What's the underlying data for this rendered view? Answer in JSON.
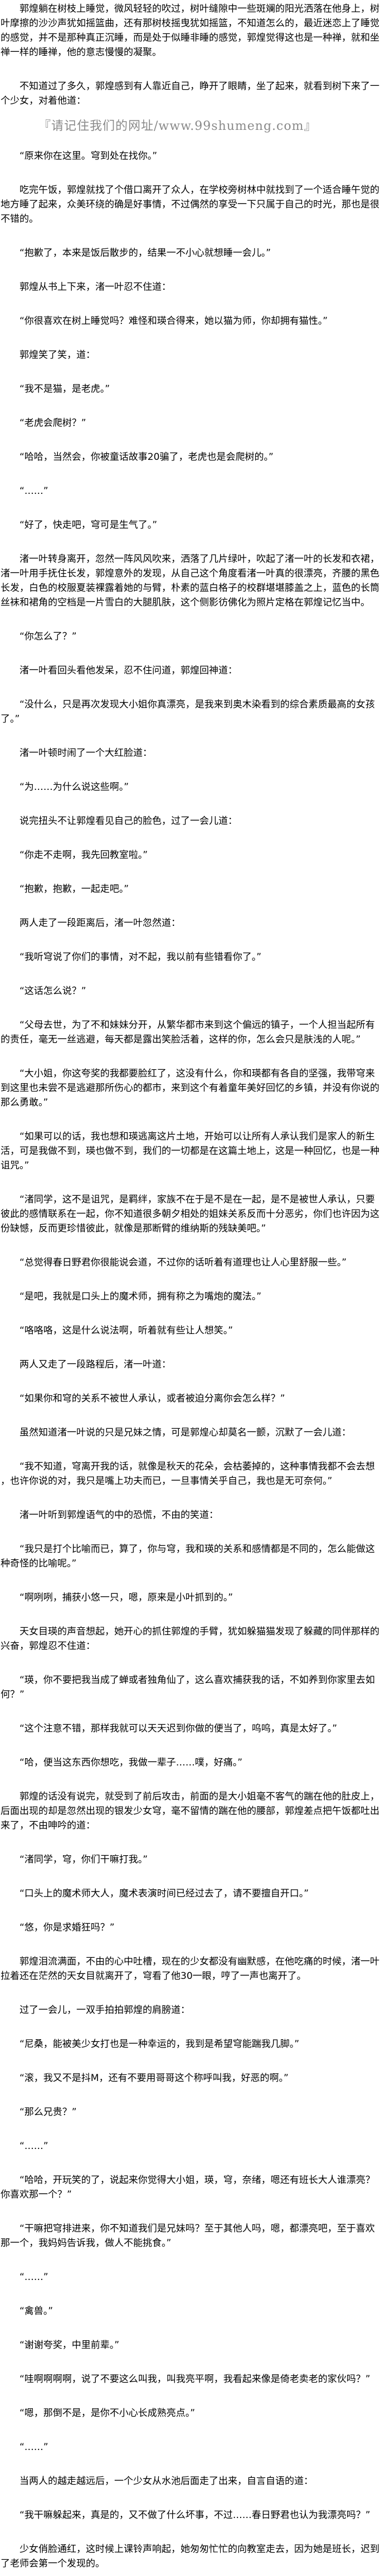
{
  "watermark": "『请记住我们的网址/www.99shumeng.com』",
  "paragraphs_before_watermark": [
    "郭煌躺在树枝上睡觉，微风轻轻的吹过，树叶缝隙中一些斑斓的阳光洒落在他身上，树叶摩擦的沙沙声犹如摇篮曲，还有那树枝摇曳犹如摇篮，不知道怎么的，最近迷恋上了睡觉的感觉，并不是那种真正沉睡，而是处于似睡非睡的感觉，郭煌觉得这也是一种禅，就和坐禅一样的睡禅，他的意志慢慢的凝聚。",
    "不知道过了多久，郭煌感到有人靠近自己，睁开了眼睛，坐了起来，就看到树下来了一个少女，对着他道："
  ],
  "paragraphs": [
    "“原来你在这里。穹到处在找你。”",
    "吃完午饭，郭煌就找了个借口离开了众人，在学校旁树林中就找到了一个适合睡午觉的地方睡了起来，众美环绕的确是好事情，不过偶然的享受一下只属于自己的时光，那也是很不错的。",
    "“抱歉了，本来是饭后散步的，结果一不小心就想睡一会儿。”",
    "郭煌从书上下来，渚一叶忍不住道：",
    "“你很喜欢在树上睡觉吗？难怪和瑛合得来，她以猫为师，你却拥有猫性。”",
    "郭煌笑了笑，道：",
    "“我不是猫，是老虎。”",
    "“老虎会爬树？”",
    "“哈哈，当然会，你被童话故事20骗了，老虎也是会爬树的。”",
    "“……”",
    "“好了，快走吧，穹可是生气了。”",
    "渚一叶转身离开，忽然一阵风风吹来，洒落了几片绿叶，吹起了渚一叶的长发和衣裙，渚一叶用手抚住长发，郭煌意外的发现，从自己这个角度看渚一叶真的很漂亮，齐腰的黑色长发，白色的校服夏装裸露着她的与臂，朴素的蓝白格子的校群堪堪膝盖之上，蓝色的长筒丝袜和裙角的空档是一片雪白的大腿肌肤，这个侧影彷佛化为照片定格在郭煌记忆当中。",
    "“你怎么了？”",
    "渚一叶看回头看他发呆，忍不住问道，郭煌回神道：",
    "“没什么，只是再次发现大小姐你真漂亮，是我来到奥木染看到的综合素质最高的女孩了。”",
    "渚一叶顿时闹了一个大红脸道：",
    "“为……为什么说这些啊。”",
    "说完扭头不让郭煌看见自己的脸色，过了一会儿道：",
    "“你走不走啊，我先回教室啦。”",
    "“抱歉，抱歉，一起走吧。”",
    "两人走了一段距离后，渚一叶忽然道：",
    "“我听穹说了你们的事情，对不起，我以前有些错看你了。”",
    "“这话怎么说？”",
    "“父母去世，为了不和妹妹分开，从繁华都市来到这个偏远的镇子，一个人担当起所有的责任，毫无一丝逃避，每天都是露出笑脸活着，这样的你，怎么会只是肤浅的人呢。”",
    "“大小姐，你这夸奖的我都要脸红了，这没有什么，你和瑛都有各自的坚强，我带穹来到这里也未尝不是逃避那所伤心的都市，来到这个有着童年美好回忆的乡镇，并没有你说的那么勇敢。”",
    "“如果可以的话，我也想和瑛逃离这片土地，开始可以让所有人承认我们是家人的新生活，可是我做不到，瑛也做不到，我们的一切都是在这篇土地上，这是一种回忆，也是一种诅咒。”",
    "“渚同学，这不是诅咒，是羁绊，家族不在于是不是在一起，是不是被世人承认，只要彼此的感情联系在一起，你不知道很多朝夕相处的姐妹关系反而十分恶劣，你们也许因为这份缺憾，反而更珍惜彼此，就像是那断臂的维纳斯的残缺美吧。”",
    "“总觉得春日野君你很能说会道，不过你的话听着有道理也让人心里舒服一些。”",
    "“是吧，我就是口头上的魔术师，拥有称之为嘴炮的魔法。”",
    "“咯咯咯，这是什么说法啊，听着就有些让人想笑。”",
    "两人又走了一段路程后，渚一叶道：",
    "“如果你和穹的关系不被世人承认，或者被迫分离你会怎么样？”",
    "虽然知道渚一叶说的只是兄妹之情，可是郭煌心却莫名一颤，沉默了一会儿道：",
    "“我不知道，穹离开我的话，就像是秋天的花朵，会枯萎掉的，这种事情我都不会去想，也许你说的对，我只是嘴上功夫而已，一旦事情关乎自己，我也是无可奈何。”",
    "渚一叶听到郭煌语气的中的恐慌，不由的笑道：",
    "“我只是打个比喻而已，算了，你与穹，我和瑛的关系和感情都是不同的，怎么能做这种奇怪的比喻呢。”",
    "“啊咧咧，捕获小悠一只，嗯，原来是小叶抓到的。”",
    "天女目瑛的声音想起，她开心的抓住郭煌的手臂，犹如躲猫猫发现了躲藏的同伴那样的兴奋，郭煌忍不住道：",
    "“瑛，你不要把我当成了蝉或者独角仙了，这么喜欢捕获我的话，不如养到你家里去如何？”",
    "“这个注意不错，那样我就可以天天迟到你做的便当了，呜呜，真是太好了。”",
    "“哈，便当这东西你想吃，我做一辈子……噗，好痛。”",
    "郭煌的话没有说完，就受到了前后攻击，前面的是大小姐毫不客气的踹在他的肚皮上，后面出现的却是忽然出现的银发少女穹，毫不留情的踹在他的腰部，郭煌差点把午饭都吐出来了，不由呻吟的道：",
    "“渚同学，穹，你们干嘛打我。”",
    "“口头上的魔术师大人，魔术表演时间已经过去了，请不要擅自开口。”",
    "“悠，你是求婚狂吗？”",
    "郭煌泪流满面，不由的心中吐槽，现在的少女都没有幽默感，在他吃痛的时候，渚一叶拉着还在茫然的天女目就离开了，穹看了他30一眼，哼了一声也离开了。",
    "过了一会儿，一双手拍拍郭煌的肩膀道：",
    "“尼桑，能被美少女打也是一种幸运的，我到是希望穹能踹我几脚。”",
    "“滚，我又不是抖M，还有不要用哥哥这个称呼叫我，好恶的啊。”",
    "“那么兄贵？”",
    "“……”",
    "“哈哈，开玩笑的了，说起来你觉得大小姐，瑛，穹，奈绪，嗯还有班长大人谁漂亮？你喜欢那一个？”",
    "“干嘛把穹排进来，你不知道我们是兄妹吗？至于其他人吗，嗯，都漂亮吧，至于喜欢那一个，我妈妈告诉我，做人不能挑食。”",
    "“……”",
    "“禽兽。”",
    "“谢谢夸奖，中里前辈。”",
    "“哇啊啊啊啊，说了不要这么叫我，叫我亮平啊，我看起来像是倚老卖老的家伙吗？”",
    "“嗯，那倒不是，是你不小心长成熟亮点。”",
    "“……”",
    "当两人的越走越远后，一个少女从水池后面走了出来，自言自语的道：",
    "“我干嘛躲起来，真是的，又不做了什么坏事，不过……春日野君也认为我漂亮吗？”",
    "少女俏脸通红，这时候上课铃声响起，她匆匆忙忙的向教室走去，因为她是班长，迟到了老师会第一个发现的。"
  ]
}
